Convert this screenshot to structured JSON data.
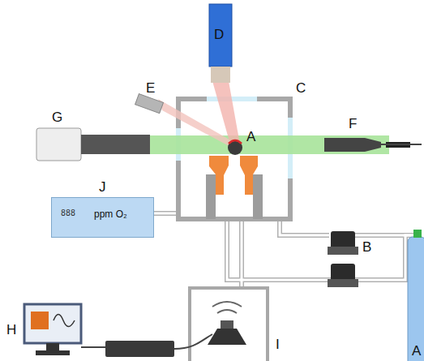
{
  "diagram": {
    "nodes": [
      {
        "text": [
          "J",
          "888",
          "ppm O₂"
        ]
      }
    ],
    "labels": [
      "D",
      "C",
      "E",
      "A",
      "G",
      "F",
      "B",
      "H",
      "I",
      "A"
    ]
  }
}
